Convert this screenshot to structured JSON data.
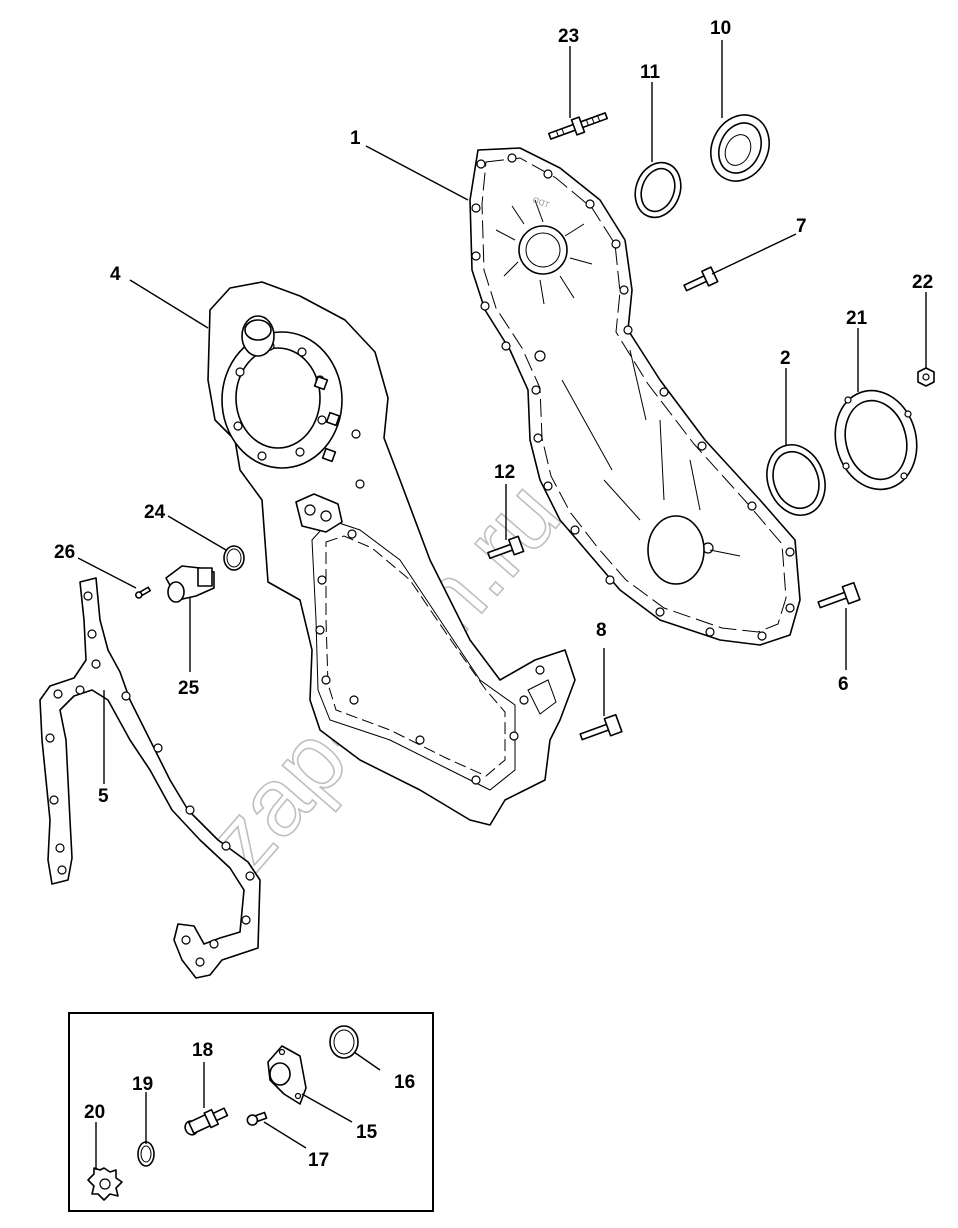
{
  "watermark": "zap-kam.ru",
  "corner_mark": "",
  "callouts": [
    {
      "id": "1",
      "label": "1"
    },
    {
      "id": "2",
      "label": "2"
    },
    {
      "id": "4",
      "label": "4"
    },
    {
      "id": "5",
      "label": "5"
    },
    {
      "id": "6",
      "label": "6"
    },
    {
      "id": "7",
      "label": "7"
    },
    {
      "id": "8",
      "label": "8"
    },
    {
      "id": "10",
      "label": "10"
    },
    {
      "id": "11",
      "label": "11"
    },
    {
      "id": "12",
      "label": "12"
    },
    {
      "id": "21",
      "label": "21"
    },
    {
      "id": "22",
      "label": "22"
    },
    {
      "id": "23",
      "label": "23"
    },
    {
      "id": "24",
      "label": "24"
    },
    {
      "id": "25",
      "label": "25"
    },
    {
      "id": "26",
      "label": "26"
    }
  ],
  "inset": {
    "callouts": [
      {
        "id": "15",
        "label": "15"
      },
      {
        "id": "16",
        "label": "16"
      },
      {
        "id": "17",
        "label": "17"
      },
      {
        "id": "18",
        "label": "18"
      },
      {
        "id": "19",
        "label": "19"
      },
      {
        "id": "20",
        "label": "20"
      }
    ]
  }
}
